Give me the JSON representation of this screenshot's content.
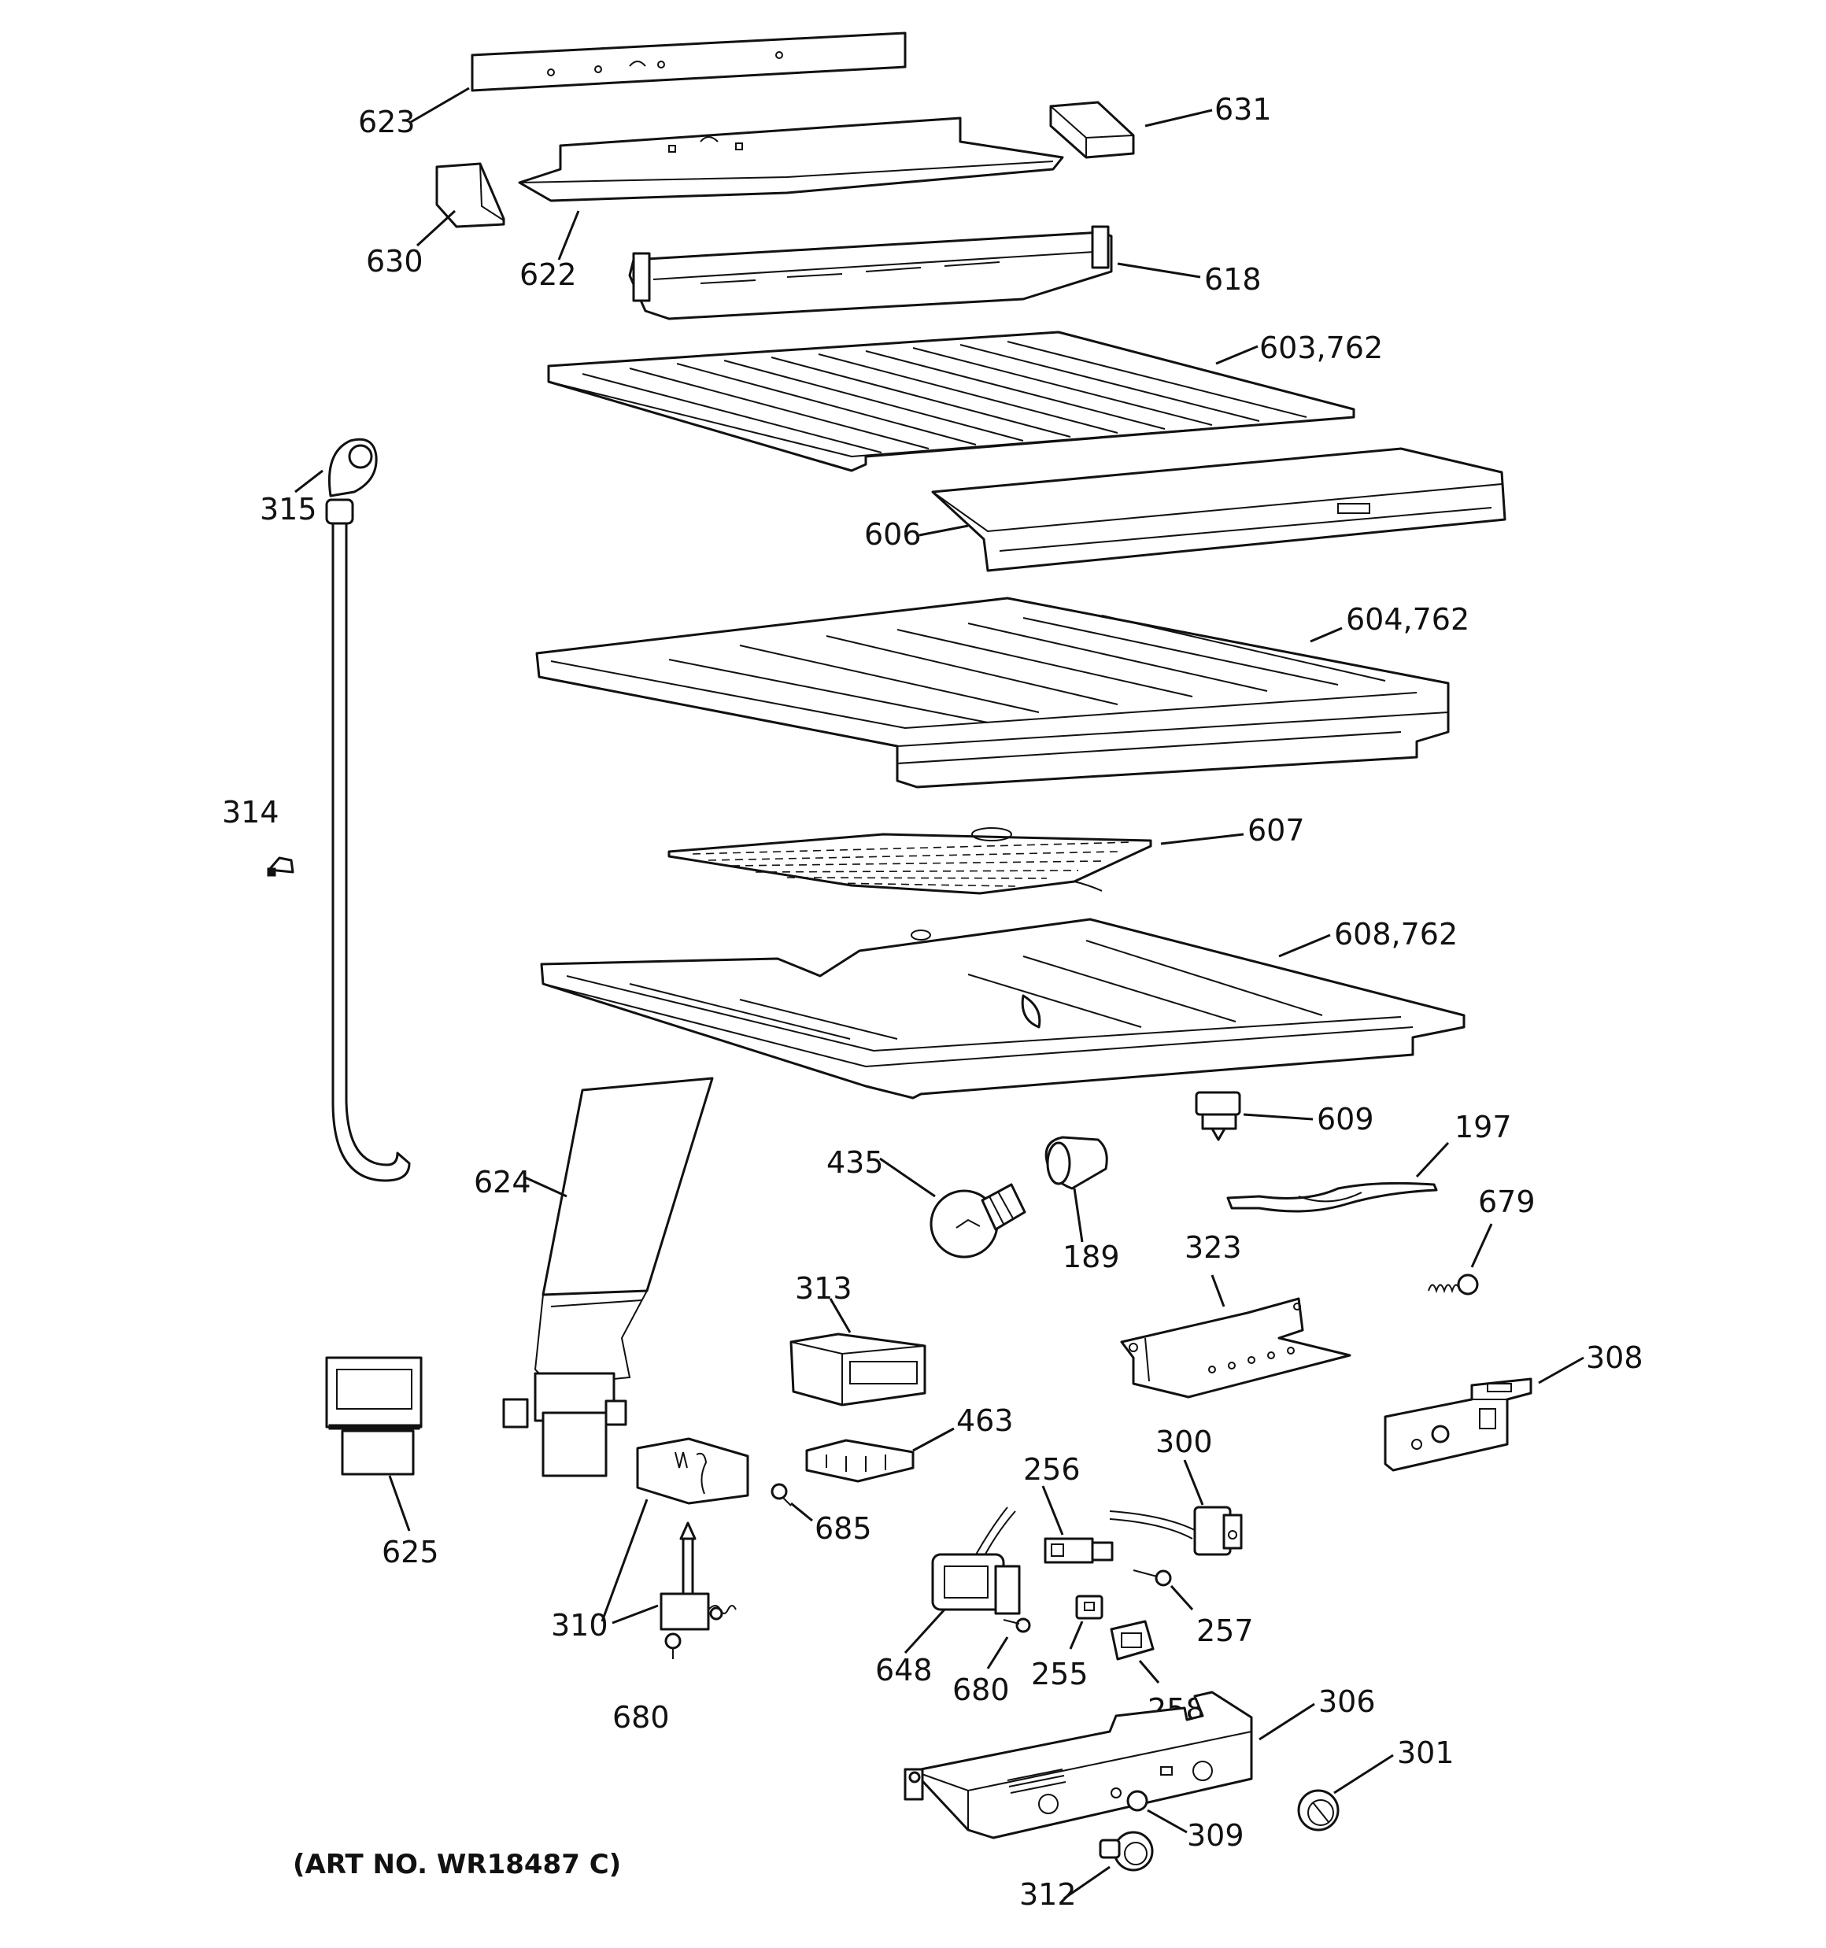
{
  "art_number": "(ART NO. WR18487 C)",
  "callouts": {
    "p623": "623",
    "p631": "631",
    "p630": "630",
    "p622": "622",
    "p618": "618",
    "p603": "603,762",
    "p315": "315",
    "p606": "606",
    "p604": "604,762",
    "p314": "314",
    "p607": "607",
    "p608": "608,762",
    "p609": "609",
    "p197": "197",
    "p435": "435",
    "p624": "624",
    "p189": "189",
    "p679": "679",
    "p323": "323",
    "p313": "313",
    "p308": "308",
    "p463": "463",
    "p625": "625",
    "p300": "300",
    "p256": "256",
    "p685": "685",
    "p310": "310",
    "p257": "257",
    "p648": "648",
    "p680a": "680",
    "p680b": "680",
    "p255": "255",
    "p258": "258",
    "p306": "306",
    "p301": "301",
    "p309": "309",
    "p312": "312"
  }
}
